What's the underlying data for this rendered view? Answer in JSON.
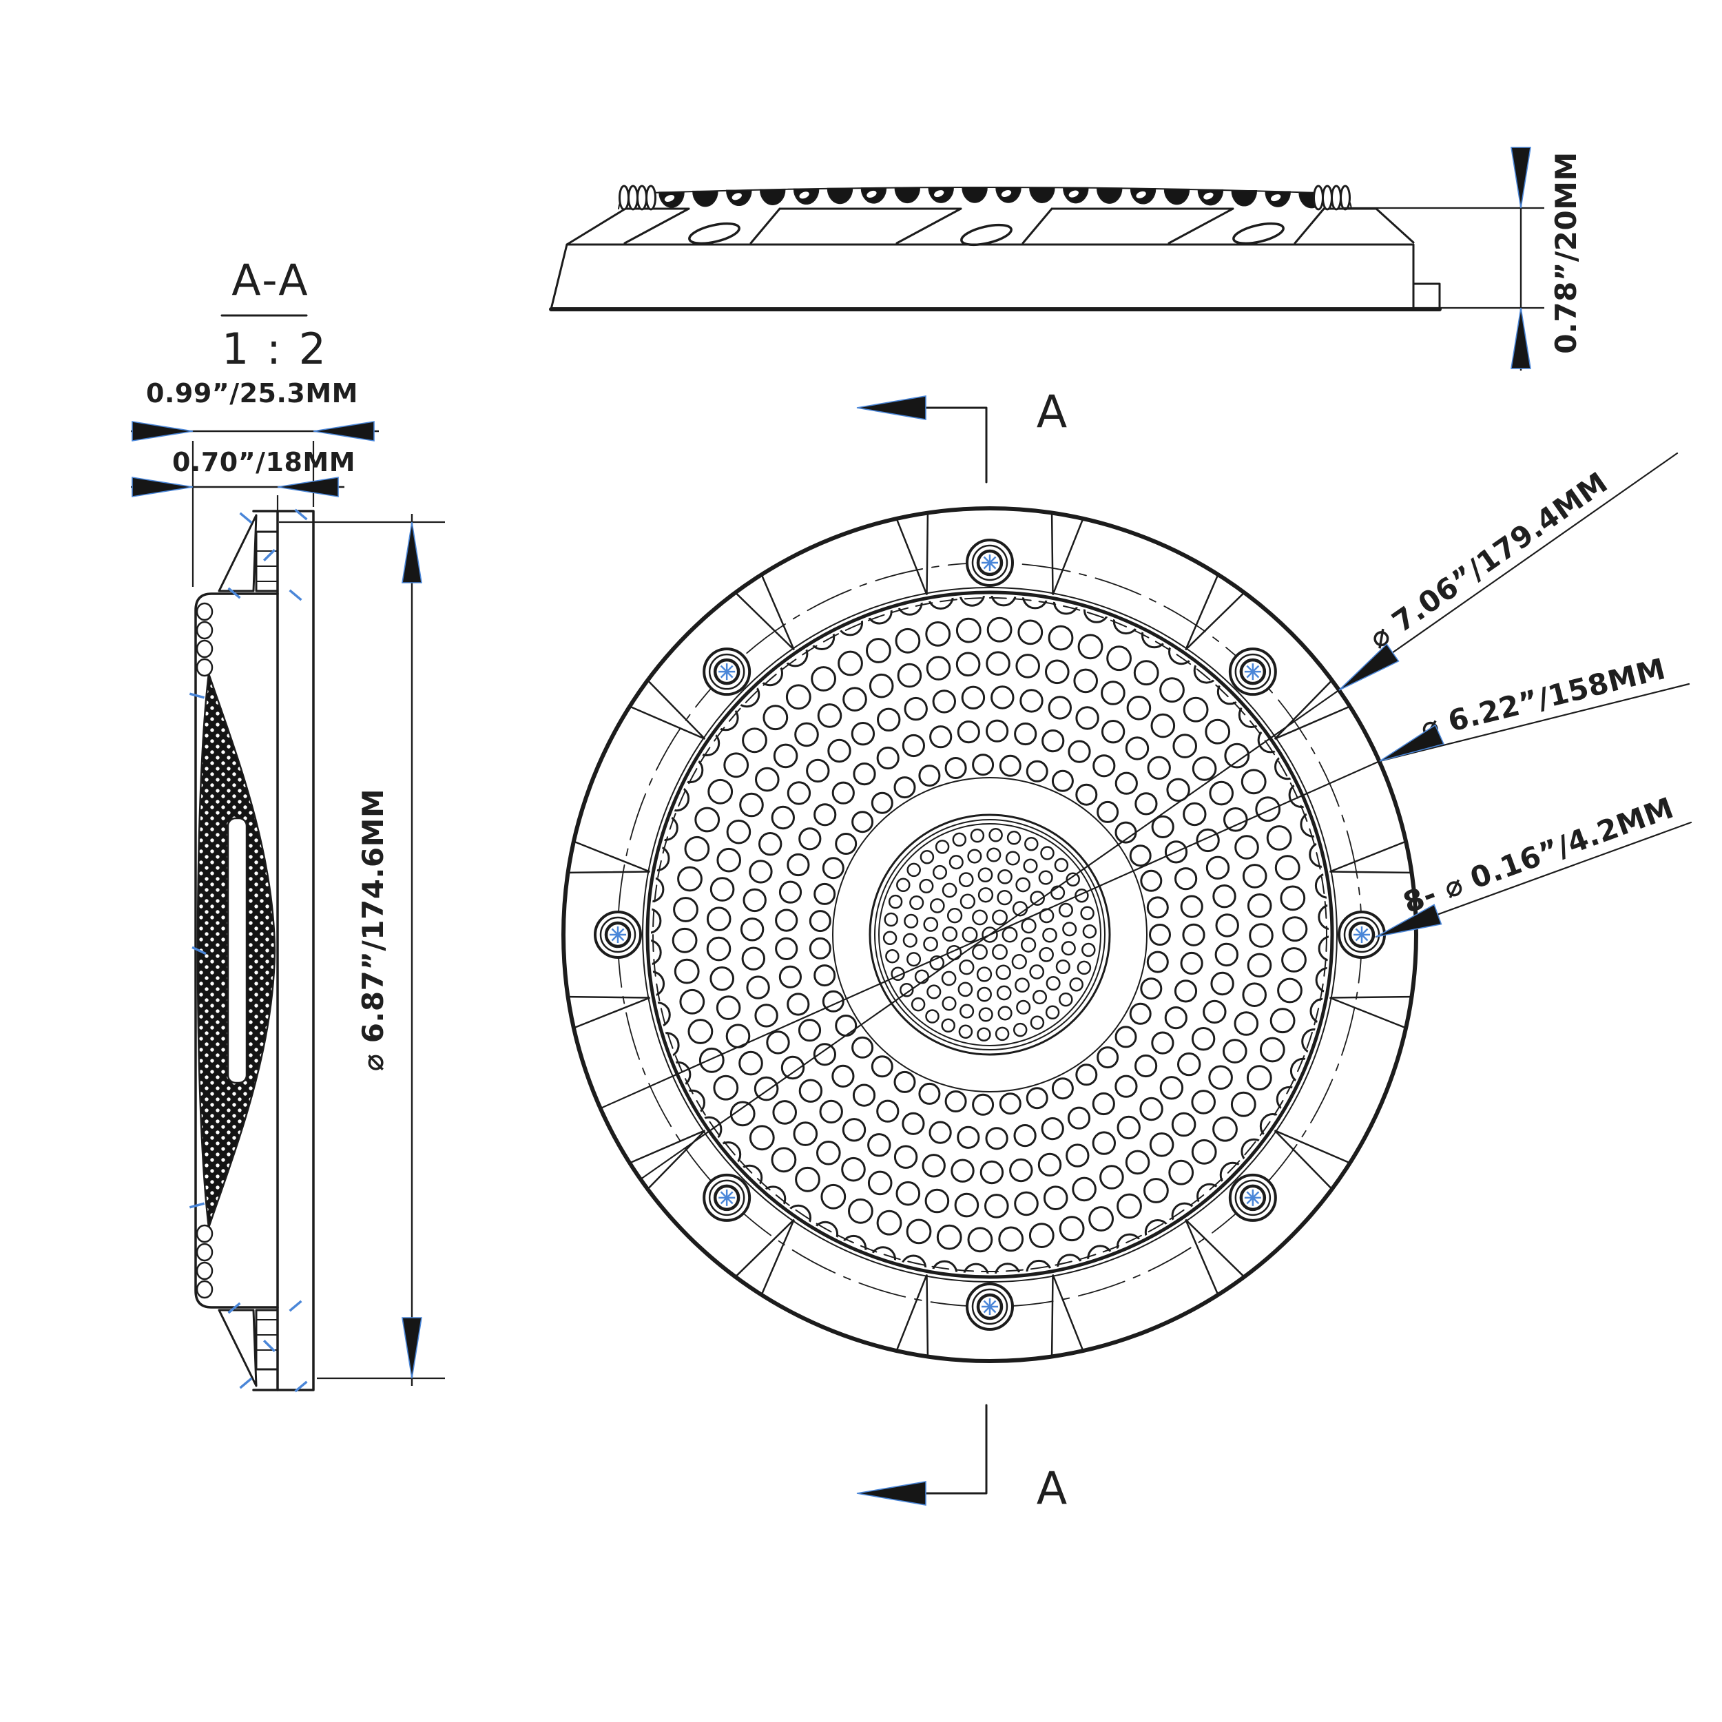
{
  "section_label": {
    "title": "A-A",
    "scale": "1 : 2"
  },
  "section_markers": {
    "top": "A",
    "bottom": "A"
  },
  "dimensions": {
    "side_depth_total": "0.99”/25.3MM",
    "side_depth_inner": "0.70”/18MM",
    "side_outer_diameter": "⌀ 6.87”/174.6MM",
    "profile_height": "0.78”/20MM",
    "front_outer_diameter": "⌀ 7.06”/179.4MM",
    "bolt_circle_diameter": "⌀ 6.22”/158MM",
    "mounting_holes": "8- ⌀ 0.16”/4.2MM"
  },
  "colors": {
    "line": "#1c1c1c",
    "accent_blue": "#4a86d8",
    "background": "#ffffff"
  }
}
